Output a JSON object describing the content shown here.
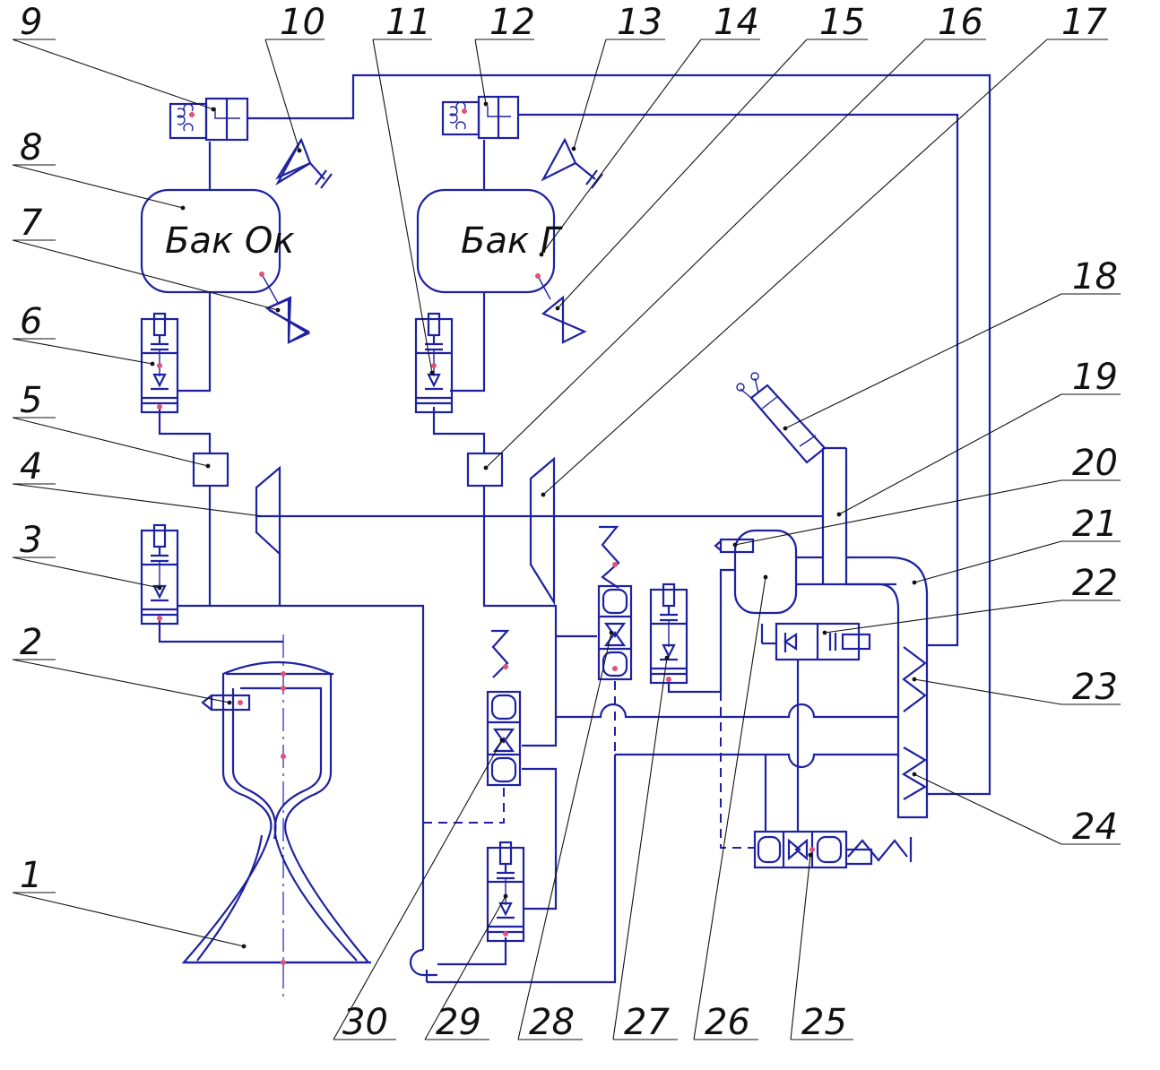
{
  "tanks": {
    "oxidizer": "Бак Ок",
    "fuel": "Бак Г"
  },
  "labels": {
    "l1": "1",
    "l2": "2",
    "l3": "3",
    "l4": "4",
    "l5": "5",
    "l6": "6",
    "l7": "7",
    "l8": "8",
    "l9": "9",
    "l10": "10",
    "l11": "11",
    "l12": "12",
    "l13": "13",
    "l14": "14",
    "l15": "15",
    "l16": "16",
    "l17": "17",
    "l18": "18",
    "l19": "19",
    "l20": "20",
    "l21": "21",
    "l22": "22",
    "l23": "23",
    "l24": "24",
    "l25": "25",
    "l26": "26",
    "l27": "27",
    "l28": "28",
    "l29": "29",
    "l30": "30"
  }
}
